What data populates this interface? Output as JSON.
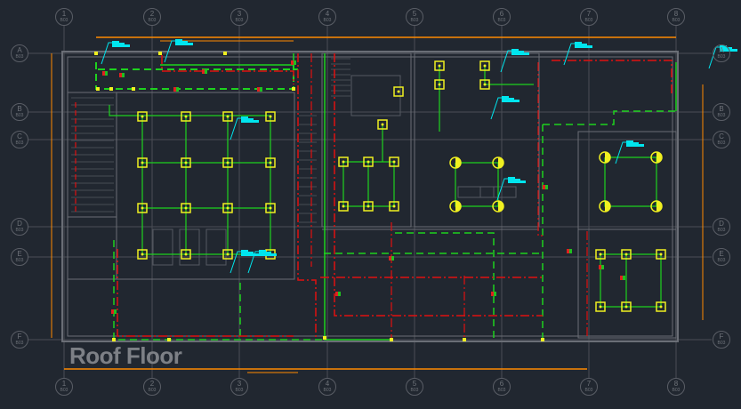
{
  "drawing": {
    "title": "Roof Floor",
    "sheet_ref": "B03",
    "grid_columns": [
      "1",
      "2",
      "3",
      "4",
      "5",
      "6",
      "7",
      "8"
    ],
    "grid_rows": [
      "A",
      "B",
      "C",
      "D",
      "E",
      "F"
    ]
  },
  "colors": {
    "background": "#212730",
    "wall": "#6a6e76",
    "circuit_green": "#1ed21e",
    "circuit_red": "#e01010",
    "fixture_yellow": "#f0f020",
    "tag_cyan": "#00e5ee",
    "dimension_orange": "#ff8a00"
  }
}
